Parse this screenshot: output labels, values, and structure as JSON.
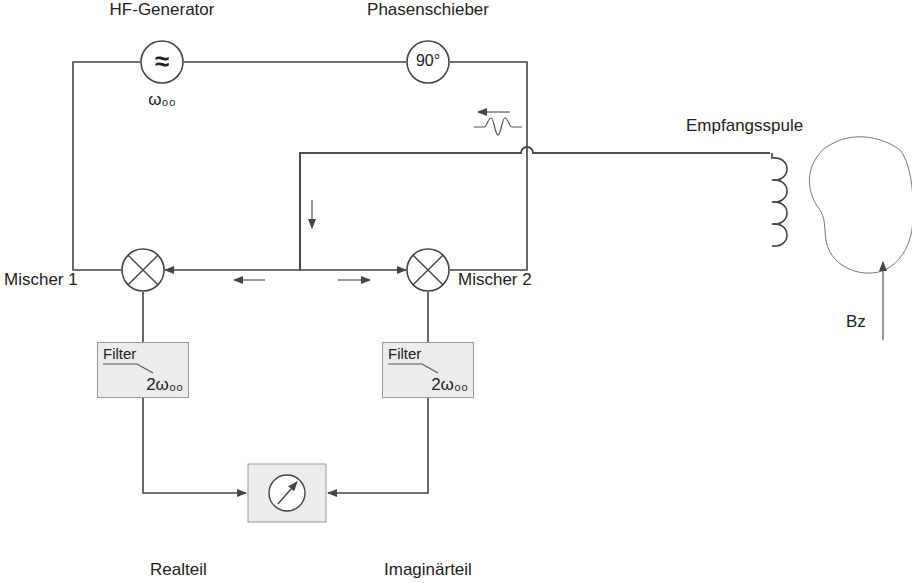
{
  "diagram": {
    "nodes": [
      {
        "text": [
          "HF-Generator",
          "≈",
          "ω₀₀"
        ]
      },
      {
        "text": [
          "Phasenschieber",
          "90°"
        ]
      },
      {
        "text": [
          "Empfangsspule"
        ]
      },
      {
        "text": [
          "Mischer 1"
        ]
      },
      {
        "text": [
          "Mischer 2"
        ]
      },
      {
        "text": [
          "Filter",
          "2ω₀₀"
        ]
      },
      {
        "text": [
          "Filter",
          "2ω₀₀"
        ]
      }
    ],
    "edges": [
      {
        "from": 0,
        "to": 3,
        "arrow": "none"
      },
      {
        "from": 0,
        "to": 1,
        "arrow": "none"
      },
      {
        "from": 1,
        "to": 4,
        "arrow": "none"
      },
      {
        "from": 2,
        "to": 3,
        "arrow": "to"
      },
      {
        "from": 2,
        "to": 4,
        "arrow": "to"
      },
      {
        "from": 3,
        "to": 5,
        "arrow": "none"
      },
      {
        "from": 4,
        "to": 6,
        "arrow": "none"
      }
    ],
    "labels": [
      "Realteil",
      "Imaginärteil",
      "Bz"
    ]
  }
}
